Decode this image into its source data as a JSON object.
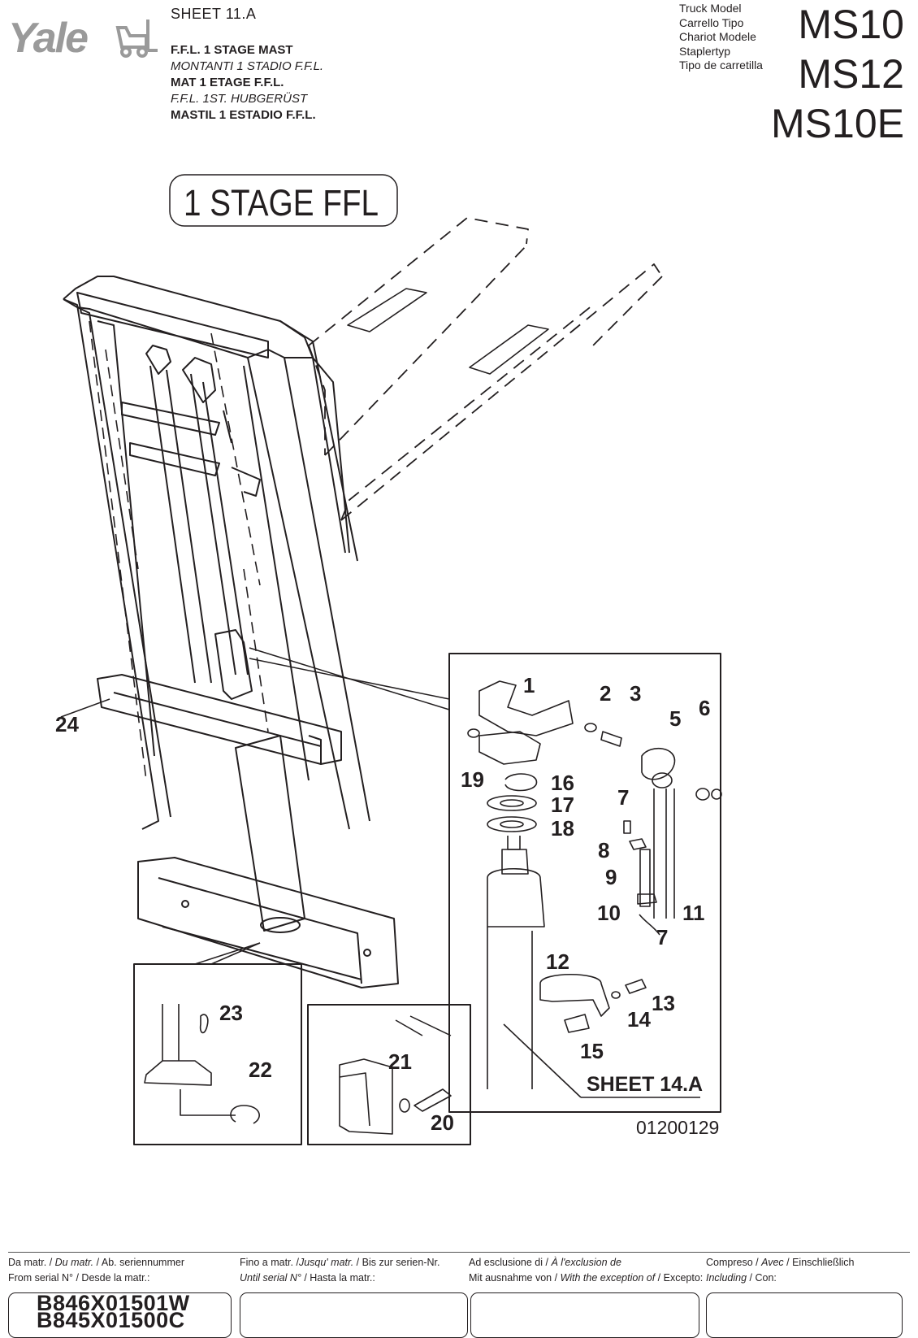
{
  "header": {
    "brand": "Yale",
    "sheet": "SHEET  11.A",
    "titles": [
      "F.F.L. 1 STAGE MAST",
      "MONTANTI 1 STADIO F.F.L.",
      "MAT 1 ETAGE F.F.L.",
      "F.F.L. 1ST. HUBGERÜST",
      "MASTIL 1 ESTADIO F.F.L."
    ],
    "truck_model_labels": [
      "Truck Model",
      "Carrello Tipo",
      "Chariot Modele",
      "Staplertyp",
      "Tipo de carretilla"
    ],
    "models": [
      "MS10",
      "MS12",
      "MS10E"
    ]
  },
  "diagram": {
    "banner": "1 STAGE FFL",
    "callouts": [
      "1",
      "2",
      "3",
      "5",
      "6",
      "7",
      "8",
      "9",
      "10",
      "11",
      "7",
      "12",
      "13",
      "14",
      "15",
      "16",
      "17",
      "18",
      "19",
      "24",
      "23",
      "22",
      "21",
      "20"
    ],
    "sheet_ref": "SHEET 14.A",
    "drawing_number": "01200129"
  },
  "footer": {
    "col1": {
      "line1_parts": [
        "Da matr. / ",
        "Du matr.",
        " / Ab. seriennummer"
      ],
      "line2": "From serial N° / Desde la matr.:"
    },
    "col2": {
      "line1_parts": [
        "Fino a matr. /",
        "Jusqu' matr.",
        " / Bis zur serien-Nr."
      ],
      "line2_parts": [
        "Until serial N°",
        " / Hasta la matr.:"
      ]
    },
    "col3": {
      "line1_parts": [
        "Ad esclusione di / ",
        "À l'exclusion de"
      ],
      "line2_parts": [
        "Mit ausnahme von / ",
        "With the exception of",
        " / Excepto:"
      ]
    },
    "col4": {
      "line1_parts": [
        "Compreso / ",
        "Avec",
        " /  Einschließlich"
      ],
      "line2_parts": [
        "Including",
        "  / Con:"
      ]
    },
    "serials": [
      "B846X01501W",
      "B845X01500C"
    ]
  }
}
